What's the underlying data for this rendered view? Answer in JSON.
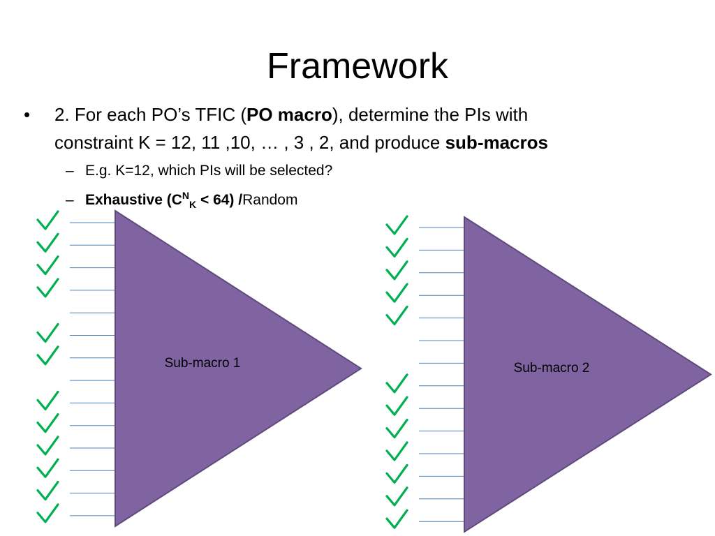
{
  "slide": {
    "title": "Framework",
    "bullet1": {
      "marker": "•",
      "line1_a": "2. For each PO’s TFIC (",
      "line1_b": "PO macro",
      "line1_c": "), determine the PIs with",
      "line2_a": "constraint K = 12, 11 ,10, … , 3 , 2, and produce ",
      "line2_b": "sub-macros"
    },
    "sub_bullets": [
      {
        "marker": "–",
        "text": "E.g. K=12, which PIs will be selected?"
      },
      {
        "marker": "–",
        "bold_a": "Exhaustive (C",
        "sup": "N",
        "sub": "K",
        "bold_b": " < 64)   /",
        "normal": "Random"
      }
    ]
  },
  "diagram": {
    "colors": {
      "triangle_fill": "#8063A1",
      "triangle_stroke": "#5E4B7C",
      "input_line": "#4F81BD",
      "check": "#00B050"
    },
    "macros": [
      {
        "label": "Sub-macro 1",
        "inputs": 14,
        "checked_inputs": [
          0,
          1,
          2,
          3,
          5,
          6,
          8,
          9,
          10,
          11,
          12,
          13
        ]
      },
      {
        "label": "Sub-macro 2",
        "inputs": 14,
        "checked_inputs": [
          0,
          1,
          2,
          3,
          4,
          7,
          8,
          9,
          10,
          11,
          12,
          13
        ]
      }
    ]
  }
}
